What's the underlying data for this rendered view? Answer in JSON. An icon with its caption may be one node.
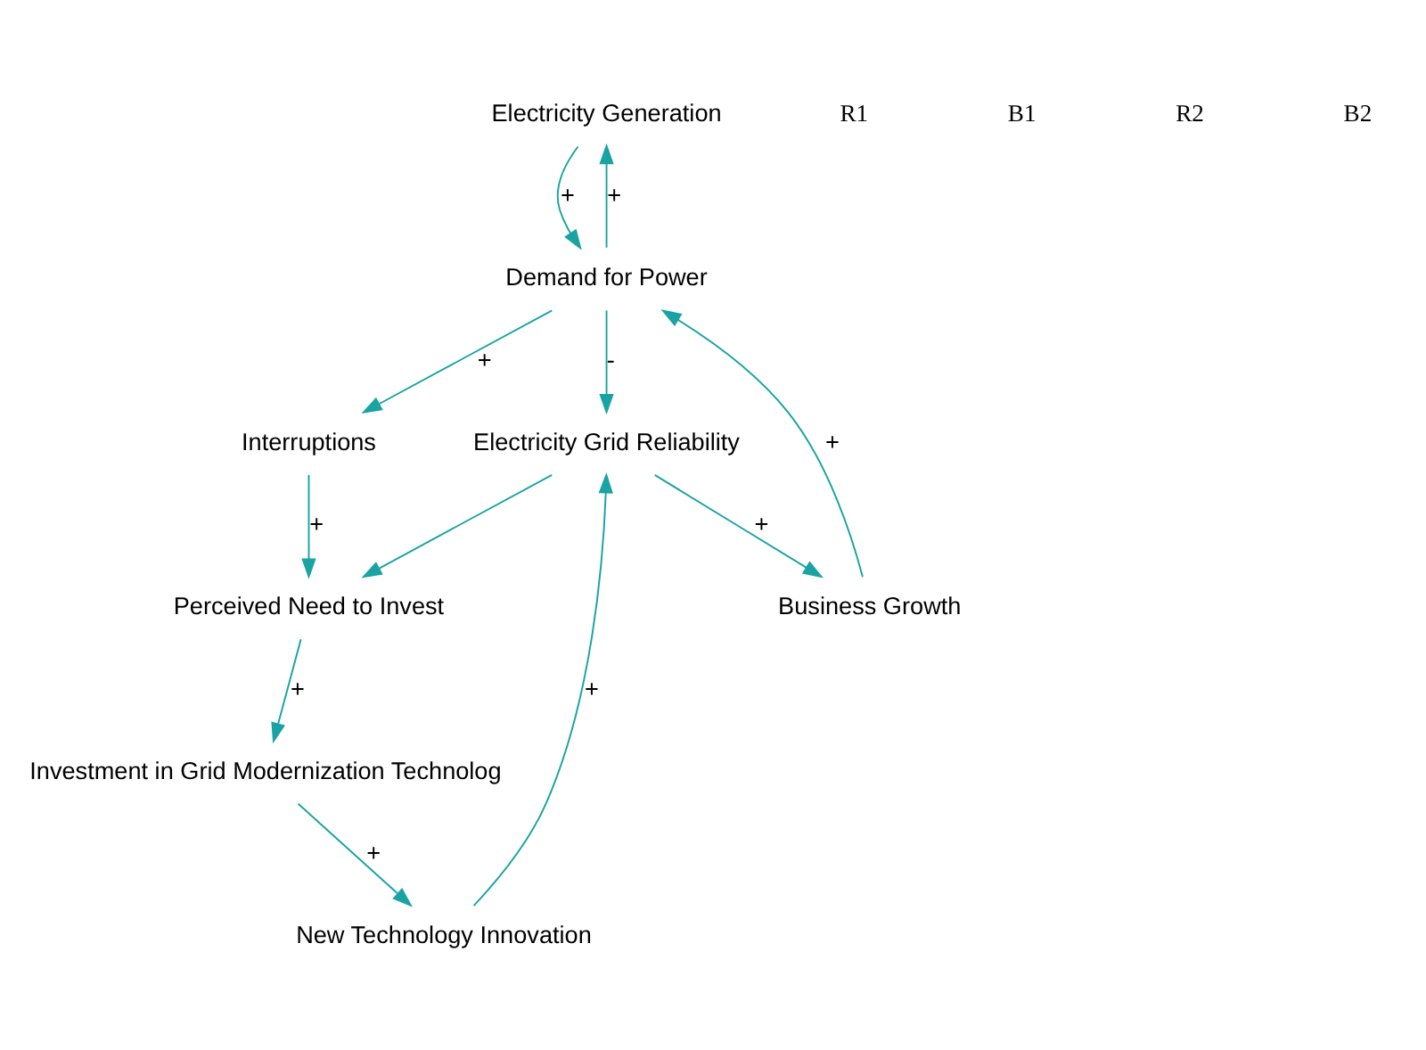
{
  "diagram": {
    "nodes": [
      {
        "text": [
          "Electricity Generation"
        ]
      },
      {
        "text": [
          "Demand for Power"
        ]
      },
      {
        "text": [
          "Business Growth"
        ]
      },
      {
        "text": [
          "Interruptions"
        ]
      },
      {
        "text": [
          "Electricity Grid Reliability"
        ]
      },
      {
        "text": [
          "New Technology Innovation"
        ]
      },
      {
        "text": [
          "Perceived Need to Invest"
        ]
      },
      {
        "text": [
          "Investment in Grid Modernization Technolog"
        ]
      }
    ],
    "edges": [
      {
        "from": 0,
        "to": 1,
        "arrow": "to",
        "label": "+"
      },
      {
        "from": 1,
        "to": 0,
        "arrow": "to",
        "label": "+"
      },
      {
        "from": 2,
        "to": 1,
        "arrow": "to",
        "label": "+"
      },
      {
        "from": 1,
        "to": 3,
        "arrow": "to",
        "label": "+"
      },
      {
        "from": 1,
        "to": 4,
        "arrow": "to",
        "label": "-"
      },
      {
        "from": 4,
        "to": 2,
        "arrow": "to",
        "label": "+"
      },
      {
        "from": 4,
        "to": 6,
        "arrow": "to"
      },
      {
        "from": 3,
        "to": 6,
        "arrow": "to",
        "label": "+"
      },
      {
        "from": 6,
        "to": 7,
        "arrow": "to",
        "label": "+"
      },
      {
        "from": 7,
        "to": 5,
        "arrow": "to",
        "label": "+"
      },
      {
        "from": 5,
        "to": 4,
        "arrow": "to",
        "label": "+"
      }
    ],
    "labels": [
      "R1",
      "B1",
      "R2",
      "B2"
    ]
  }
}
